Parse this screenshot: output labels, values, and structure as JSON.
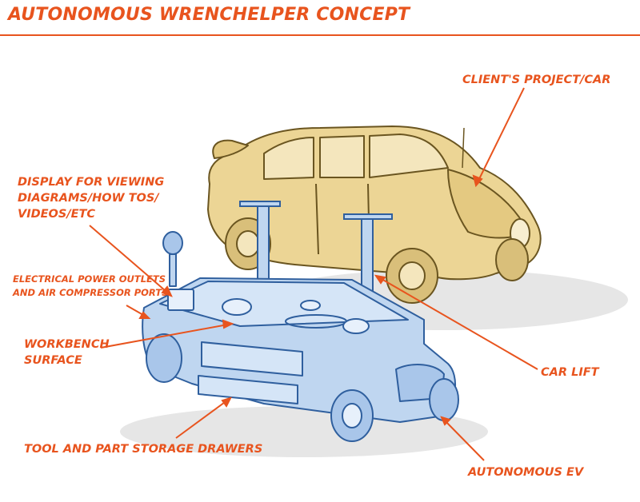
{
  "title": "AUTONOMOUS WRENCHELPER CONCEPT",
  "labels": {
    "client_car": "CLIENT'S PROJECT/CAR",
    "display": [
      "DISPLAY FOR VIEWING",
      "DIAGRAMS/HOW TOS/",
      "VIDEOS/ETC"
    ],
    "outlets": [
      "ELECTRICAL POWER OUTLETS",
      "AND AIR COMPRESSOR PORTS"
    ],
    "workbench": [
      "WORKBENCH",
      "SURFACE"
    ],
    "car_lift": "CAR LIFT",
    "drawers": "TOOL AND PART STORAGE DRAWERS",
    "ev": "AUTONOMOUS EV"
  },
  "colors": {
    "accent": "#e8541e",
    "car_fill": "#ecd595",
    "car_stroke": "#6a5520",
    "cart_fill": "#bfd6f0",
    "cart_stroke": "#2f5f9e",
    "shadow": "#e6e6e6"
  }
}
